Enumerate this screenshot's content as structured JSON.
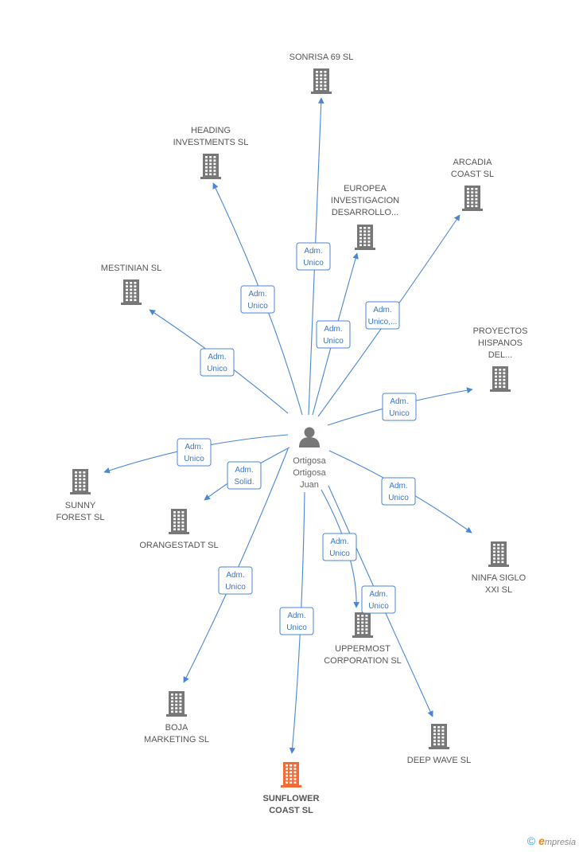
{
  "center": {
    "lines": [
      "Ortigosa",
      "Ortigosa",
      "Juan"
    ],
    "icon": "person-icon"
  },
  "colors": {
    "edge": "#4a86d6",
    "building": "#777777",
    "highlight": "#f26a35"
  },
  "companies": [
    {
      "id": "sonrisa",
      "lines": [
        "SONRISA 69 SL"
      ]
    },
    {
      "id": "heading",
      "lines": [
        "HEADING",
        "INVESTMENTS SL"
      ]
    },
    {
      "id": "arcadia",
      "lines": [
        "ARCADIA",
        "COAST SL"
      ]
    },
    {
      "id": "europea",
      "lines": [
        "EUROPEA",
        "INVESTIGACION",
        "DESARROLLO..."
      ]
    },
    {
      "id": "mestinian",
      "lines": [
        "MESTINIAN SL"
      ]
    },
    {
      "id": "proyectos",
      "lines": [
        "PROYECTOS",
        "HISPANOS",
        "DEL..."
      ]
    },
    {
      "id": "sunny",
      "lines": [
        "SUNNY",
        "FOREST SL"
      ]
    },
    {
      "id": "orangestadt",
      "lines": [
        "ORANGESTADT SL"
      ]
    },
    {
      "id": "ninfa",
      "lines": [
        "NINFA SIGLO",
        "XXI SL"
      ]
    },
    {
      "id": "uppermost",
      "lines": [
        "UPPERMOST",
        "CORPORATION SL"
      ]
    },
    {
      "id": "boja",
      "lines": [
        "BOJA",
        "MARKETING  SL"
      ]
    },
    {
      "id": "deepwave",
      "lines": [
        "DEEP WAVE SL"
      ]
    },
    {
      "id": "sunflower",
      "lines": [
        "SUNFLOWER",
        "COAST SL"
      ],
      "highlight": true
    }
  ],
  "edges": [
    {
      "to": "sonrisa",
      "role": [
        "Adm.",
        "Unico"
      ]
    },
    {
      "to": "heading",
      "role": [
        "Adm.",
        "Unico"
      ]
    },
    {
      "to": "arcadia",
      "role": [
        "Adm.",
        "Unico,..."
      ]
    },
    {
      "to": "europea",
      "role": [
        "Adm.",
        "Unico"
      ]
    },
    {
      "to": "mestinian",
      "role": [
        "Adm.",
        "Unico"
      ]
    },
    {
      "to": "proyectos",
      "role": [
        "Adm.",
        "Unico"
      ]
    },
    {
      "to": "sunny",
      "role": [
        "Adm.",
        "Unico"
      ]
    },
    {
      "to": "orangestadt",
      "role": [
        "Adm.",
        "Solid."
      ]
    },
    {
      "to": "ninfa",
      "role": [
        "Adm.",
        "Unico"
      ]
    },
    {
      "to": "uppermost",
      "role": [
        "Adm.",
        "Unico"
      ]
    },
    {
      "to": "deepwave",
      "role": [
        "Adm.",
        "Unico"
      ]
    },
    {
      "to": "boja",
      "role": [
        "Adm.",
        "Unico"
      ]
    },
    {
      "to": "sunflower",
      "role": [
        "Adm.",
        "Unico"
      ]
    }
  ],
  "footer": {
    "copyright": "©",
    "brand_initial": "e",
    "brand_rest": "mpresia"
  }
}
